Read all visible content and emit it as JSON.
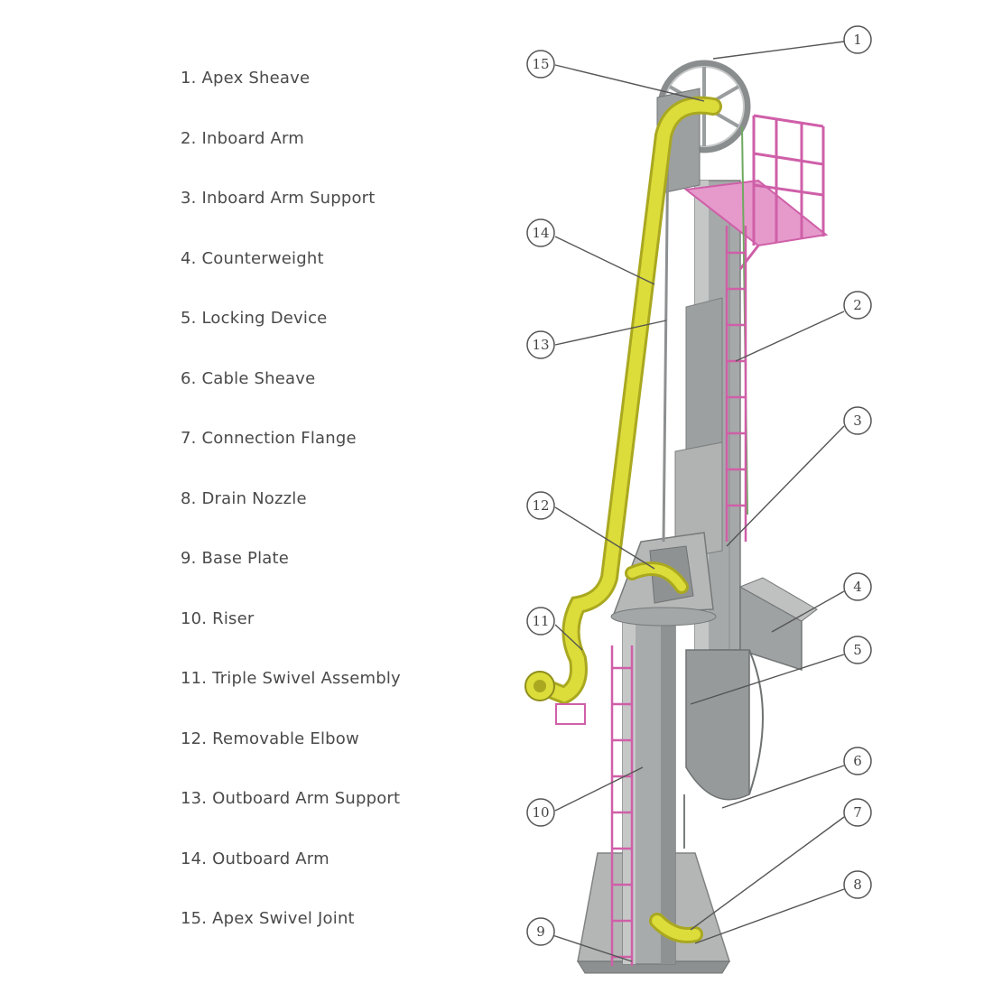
{
  "legend": [
    "1. Apex Sheave",
    "2. Inboard Arm",
    "3. Inboard Arm Support",
    "4. Counterweight",
    "5. Locking Device",
    "6. Cable Sheave",
    "7. Connection Flange",
    "8. Drain Nozzle",
    "9. Base Plate",
    "10. Riser",
    "11. Triple Swivel Assembly",
    "12. Removable Elbow",
    "13. Outboard Arm Support",
    "14. Outboard Arm",
    "15. Apex Swivel Joint"
  ],
  "callouts": [
    "1",
    "2",
    "3",
    "4",
    "5",
    "6",
    "7",
    "8",
    "9",
    "10",
    "11",
    "12",
    "13",
    "14",
    "15"
  ],
  "colors": {
    "structure": "#a9acac",
    "structure_dark": "#7f8283",
    "structure_light": "#c9cbcb",
    "pipe": "#dcdc3a",
    "pipe_dark": "#a9a820",
    "ladder": "#cf5fa8",
    "leader": "#555555"
  }
}
